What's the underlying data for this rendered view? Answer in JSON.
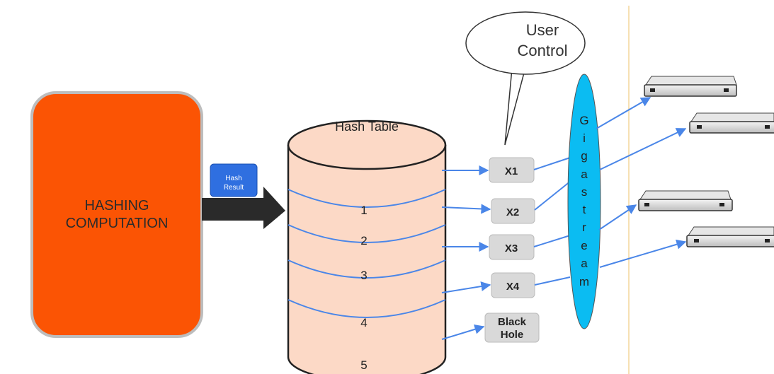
{
  "hashing_box": {
    "line1": "HASHING",
    "line2": "COMPUTATION"
  },
  "hash_result": {
    "line1": "Hash",
    "line2": "Result"
  },
  "hash_table": {
    "title": "Hash Table",
    "buckets": [
      "1",
      "2",
      "3",
      "4",
      "5"
    ]
  },
  "user_control": {
    "line1": "User",
    "line2": "Control"
  },
  "ports": {
    "x1": "X1",
    "x2": "X2",
    "x3": "X3",
    "x4": "X4",
    "black_hole_line1": "Black",
    "black_hole_line2": "Hole"
  },
  "gigastream": {
    "letters": [
      "G",
      "i",
      "g",
      "a",
      "s",
      "t",
      "r",
      "e",
      "a",
      "m"
    ]
  },
  "colors": {
    "hashing_fill": "#fb5404",
    "hashing_border": "#bdbdbd",
    "hash_result_fill": "#2f6fe0",
    "cylinder_fill": "#fcd9c6",
    "bucket_line": "#4a86e8",
    "arrow_blue": "#4a86e8",
    "port_fill": "#d9d9d9",
    "gigastream_fill": "#0bbcf2",
    "divider": "#f3d59a"
  }
}
